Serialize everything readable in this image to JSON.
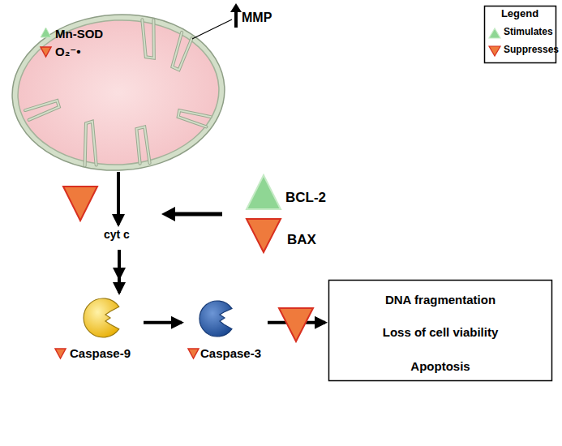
{
  "diagram": {
    "nodes": [
      {
        "text": [
          "Mn-SOD",
          "O₂⁻•"
        ]
      },
      {
        "text": [
          "BCL-2",
          "BAX"
        ]
      },
      {
        "text": [
          "cyt c"
        ]
      },
      {
        "text": [
          "Caspase-9"
        ]
      },
      {
        "text": [
          "Caspase-3"
        ]
      },
      {
        "text": [
          "DNA fragmentation",
          "Loss of cell viability",
          "Apoptosis"
        ]
      }
    ],
    "edges": [
      {
        "from": 0,
        "to": 2,
        "arrow": "to"
      },
      {
        "from": 2,
        "to": 3,
        "arrow": "to"
      },
      {
        "from": 3,
        "to": 4,
        "arrow": "to"
      },
      {
        "from": 4,
        "to": 5,
        "arrow": "to"
      }
    ],
    "labels": [
      "MMP",
      "Legend"
    ],
    "legend": [
      {
        "text": "Stimulates",
        "color": "#8fd694"
      },
      {
        "text": "Suppresses",
        "color": "#ef7a3c"
      }
    ]
  }
}
